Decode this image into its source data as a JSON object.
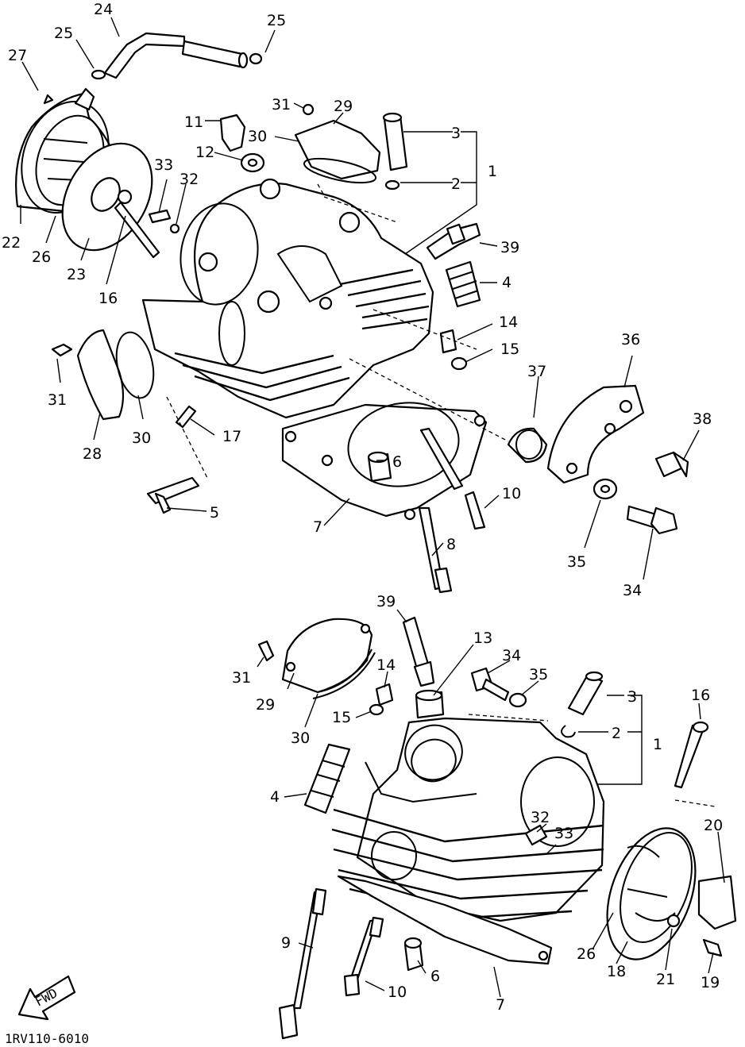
{
  "diagram": {
    "code": "1RV110-6010",
    "find_label": "FWD",
    "callouts": {
      "t24": "24",
      "t25a": "25",
      "t25b": "25",
      "t27": "27",
      "t11": "11",
      "t12": "12",
      "t31a": "31",
      "t29a": "29",
      "t30a": "30",
      "t3a": "3",
      "t2a": "2",
      "t1a": "1",
      "t33a": "33",
      "t32a": "32",
      "t22": "22",
      "t26a": "26",
      "t23": "23",
      "t16a": "16",
      "t39a": "39",
      "t4a": "4",
      "t14a": "14",
      "t15a": "15",
      "t36": "36",
      "t37": "37",
      "t38": "38",
      "t31b": "31",
      "t28": "28",
      "t30b": "30",
      "t17": "17",
      "t6a": "6",
      "t5": "5",
      "t7a": "7",
      "t8": "8",
      "t10a": "10",
      "t35a": "35",
      "t34a": "34",
      "t39b": "39",
      "t13": "13",
      "t34b": "34",
      "t35b": "35",
      "t14b": "14",
      "t31c": "31",
      "t29b": "29",
      "t30c": "30",
      "t15b": "15",
      "t3b": "3",
      "t2b": "2",
      "t1b": "1",
      "t16b": "16",
      "t4b": "4",
      "t32b": "32",
      "t33b": "33",
      "t20": "20",
      "t9": "9",
      "t26b": "26",
      "t18": "18",
      "t21": "21",
      "t19": "19",
      "t10b": "10",
      "t6b": "6",
      "t7b": "7"
    }
  }
}
